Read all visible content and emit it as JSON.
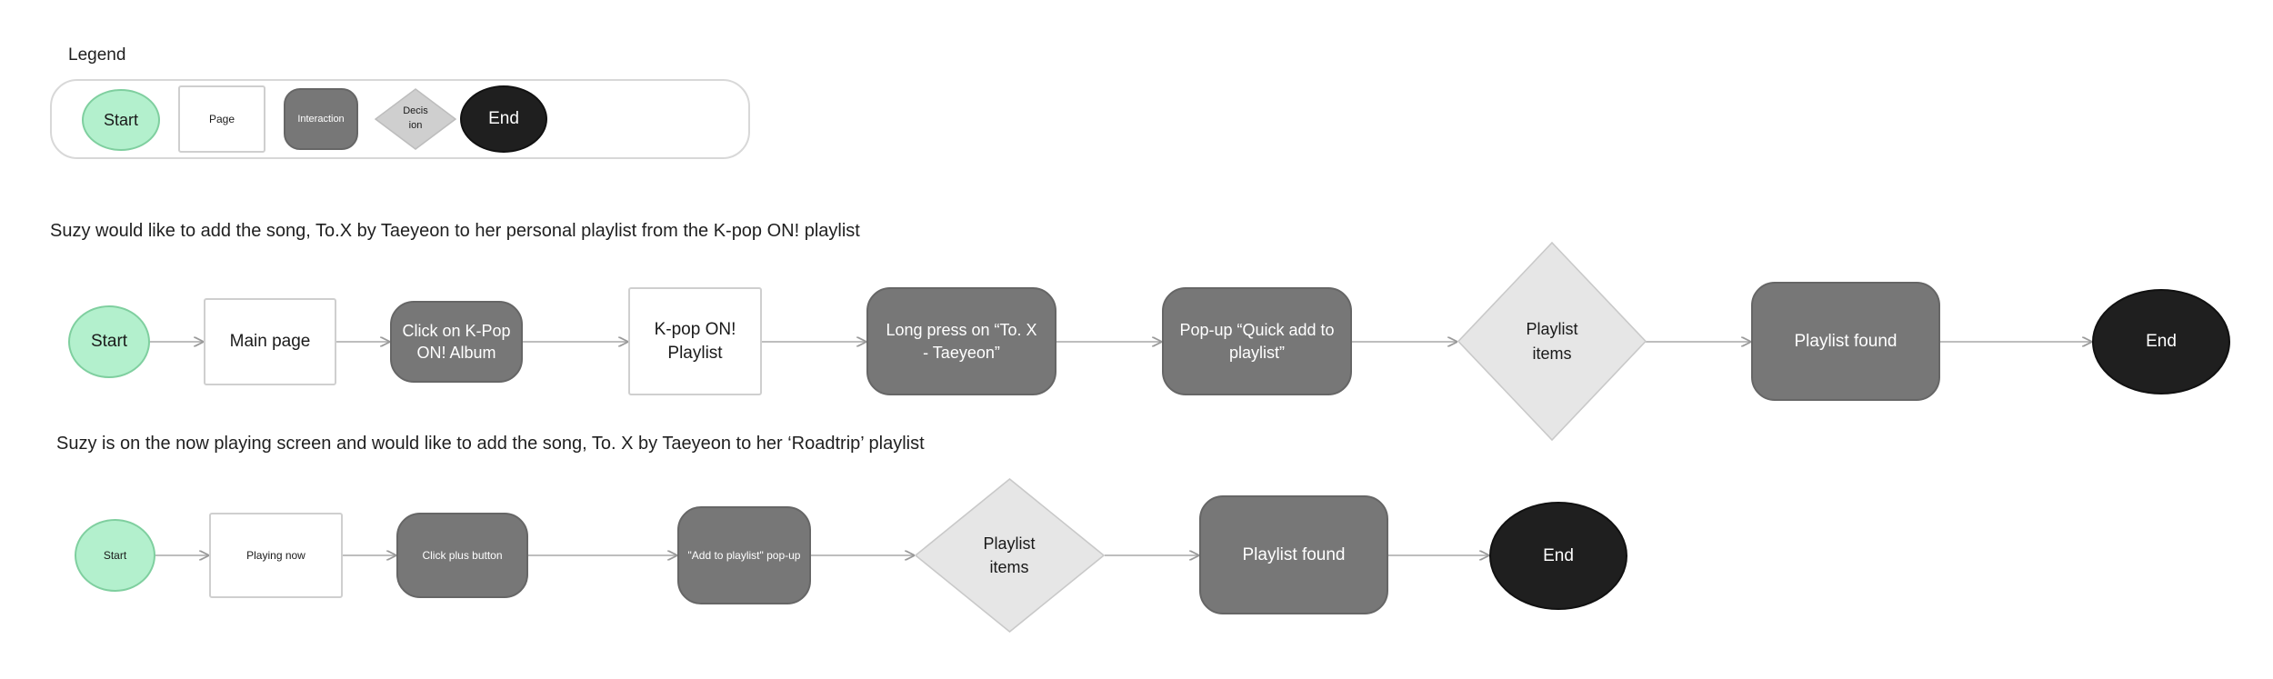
{
  "legend": {
    "title": "Legend",
    "start": "Start",
    "page": "Page",
    "interaction": "Interaction",
    "decision": "Decis ion",
    "end": "End"
  },
  "flow1": {
    "title": "Suzy would like to add the song, To.X  by Taeyeon to her personal playlist from the K-pop ON! playlist",
    "start": "Start",
    "main_page": "Main page",
    "click_album": "Click on K-Pop ON! Album",
    "kpop_playlist": "K-pop ON! Playlist",
    "long_press": "Long press on “To. X - Taeyeon”",
    "popup": "Pop-up “Quick add to playlist”",
    "decision": "Playlist items",
    "found": "Playlist found",
    "end": "End"
  },
  "flow2": {
    "title": "Suzy is on the now playing screen and would like to add the song, To. X by Taeyeon to her ‘Roadtrip’ playlist",
    "start": "Start",
    "playing_now": "Playing now",
    "click_plus": "Click plus button",
    "popup": "\"Add to playlist\" pop-up",
    "decision": "Playlist items",
    "found": "Playlist found",
    "end": "End"
  },
  "colors": {
    "start_fill": "#b3f0cd",
    "interaction_fill": "#777777",
    "decision_fill": "#e6e6e6",
    "end_fill": "#1f1f1f",
    "connector": "#a8a8a8"
  }
}
